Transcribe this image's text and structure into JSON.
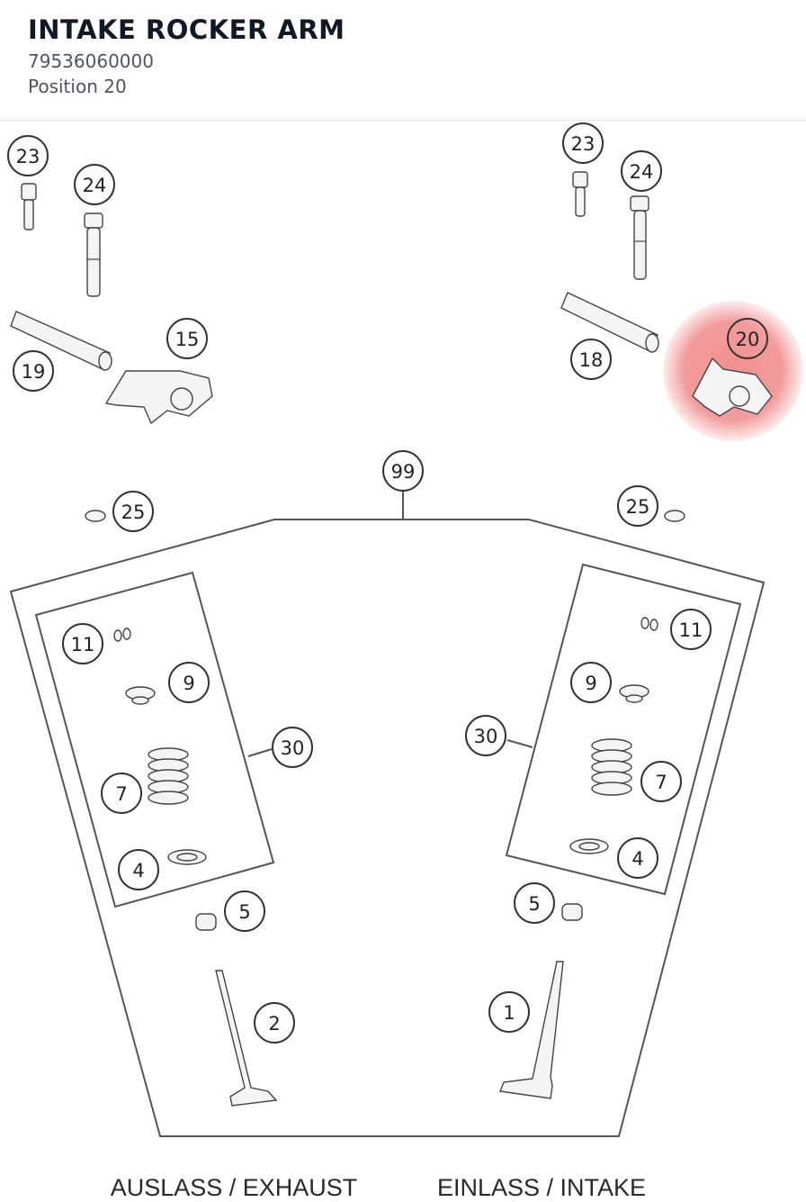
{
  "header": {
    "title": "INTAKE ROCKER ARM",
    "part_number": "79536060000",
    "position": "Position 20"
  },
  "diagram": {
    "callouts": {
      "c23_left": "23",
      "c24_left": "24",
      "c19": "19",
      "c15": "15",
      "c23_right": "23",
      "c24_right": "24",
      "c18": "18",
      "c20": "20",
      "c99": "99",
      "c25_left": "25",
      "c25_right": "25",
      "c11_left": "11",
      "c9_left": "9",
      "c30_left": "30",
      "c7_left": "7",
      "c4_left": "4",
      "c5_left": "5",
      "c2": "2",
      "c11_right": "11",
      "c9_right": "9",
      "c30_right": "30",
      "c7_right": "7",
      "c4_right": "4",
      "c5_right": "5",
      "c1": "1"
    },
    "labels": {
      "exhaust": "AUSLASS / EXHAUST",
      "intake": "EINLASS / INTAKE"
    },
    "highlight_color": "#f08a8a"
  }
}
